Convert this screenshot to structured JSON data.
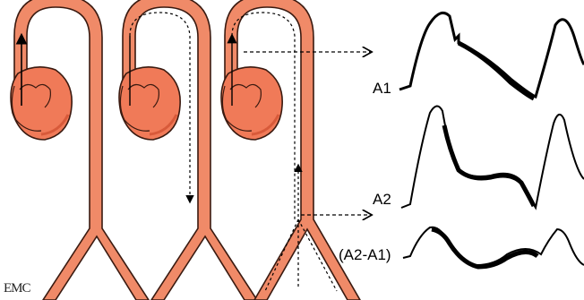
{
  "labels": {
    "a1": "A1",
    "a2": "A2",
    "diff": "(A2-A1)"
  },
  "logo": "EMC",
  "colors": {
    "vessel_fill": "#f08a68",
    "vessel_stroke": "#3a1a10",
    "heart_fill": "#f07a58",
    "heart_dark": "#d85a3a",
    "waveform": "#000000",
    "arrow": "#000000"
  },
  "panels": [
    {
      "name": "forward-wave",
      "arrow_direction": "up"
    },
    {
      "name": "reflected-wave-travel",
      "arrow_direction": "down"
    },
    {
      "name": "return-to-aorta",
      "arrow_direction": "up"
    }
  ]
}
